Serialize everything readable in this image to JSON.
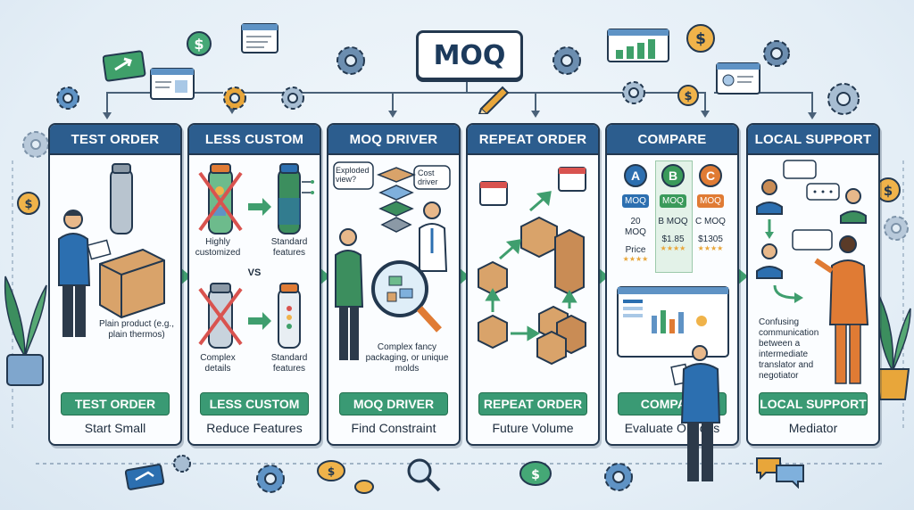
{
  "title": "MOQ",
  "panels": [
    {
      "header": "TEST ORDER",
      "pill": "TEST ORDER",
      "sub": "Start Small",
      "note": "Plain product (e.g., plain thermos)"
    },
    {
      "header": "LESS CUSTOM",
      "pill": "LESS CUSTOM",
      "sub": "Reduce Features",
      "labels": {
        "highly": "Highly customized",
        "standard1": "Standard features",
        "vs": "VS",
        "complex": "Complex details",
        "standard2": "Standard features"
      }
    },
    {
      "header": "MOQ DRIVER",
      "pill": "MOQ DRIVER",
      "sub": "Find Constraint",
      "bubble1": "Exploded view?",
      "bubble2": "Cost driver",
      "note": "Complex fancy packaging, or unique molds"
    },
    {
      "header": "REPEAT ORDER",
      "pill": "REPEAT ORDER",
      "sub": "Future Volume"
    },
    {
      "header": "COMPARE",
      "pill": "COMPARE",
      "sub": "Evaluate Options",
      "options": [
        {
          "letter": "A",
          "moq_tag": "MOQ",
          "moq_value": "20 MOQ",
          "price": "Price",
          "color": "#2c6fb0"
        },
        {
          "letter": "B",
          "moq_tag": "MOQ",
          "moq_value": "B MOQ",
          "price": "$1.85",
          "color": "#3a9a5a"
        },
        {
          "letter": "C",
          "moq_tag": "MOQ",
          "moq_value": "C MOQ",
          "price": "$1305",
          "color": "#e07b34"
        }
      ]
    },
    {
      "header": "LOCAL SUPPORT",
      "pill": "LOCAL SUPPORT",
      "sub": "Mediator",
      "note": "Confusing communication between a intermediate translator and negotiator"
    }
  ],
  "colors": {
    "header": "#2c5d8e",
    "pill": "#3a9a74",
    "outline": "#23384f",
    "accent_orange": "#e8a63a"
  },
  "icons": [
    "gear-icon",
    "dollar-coin-icon",
    "browser-window-icon",
    "profile-card-icon",
    "pencil-icon",
    "magnifier-icon",
    "chat-bubble-icon"
  ]
}
